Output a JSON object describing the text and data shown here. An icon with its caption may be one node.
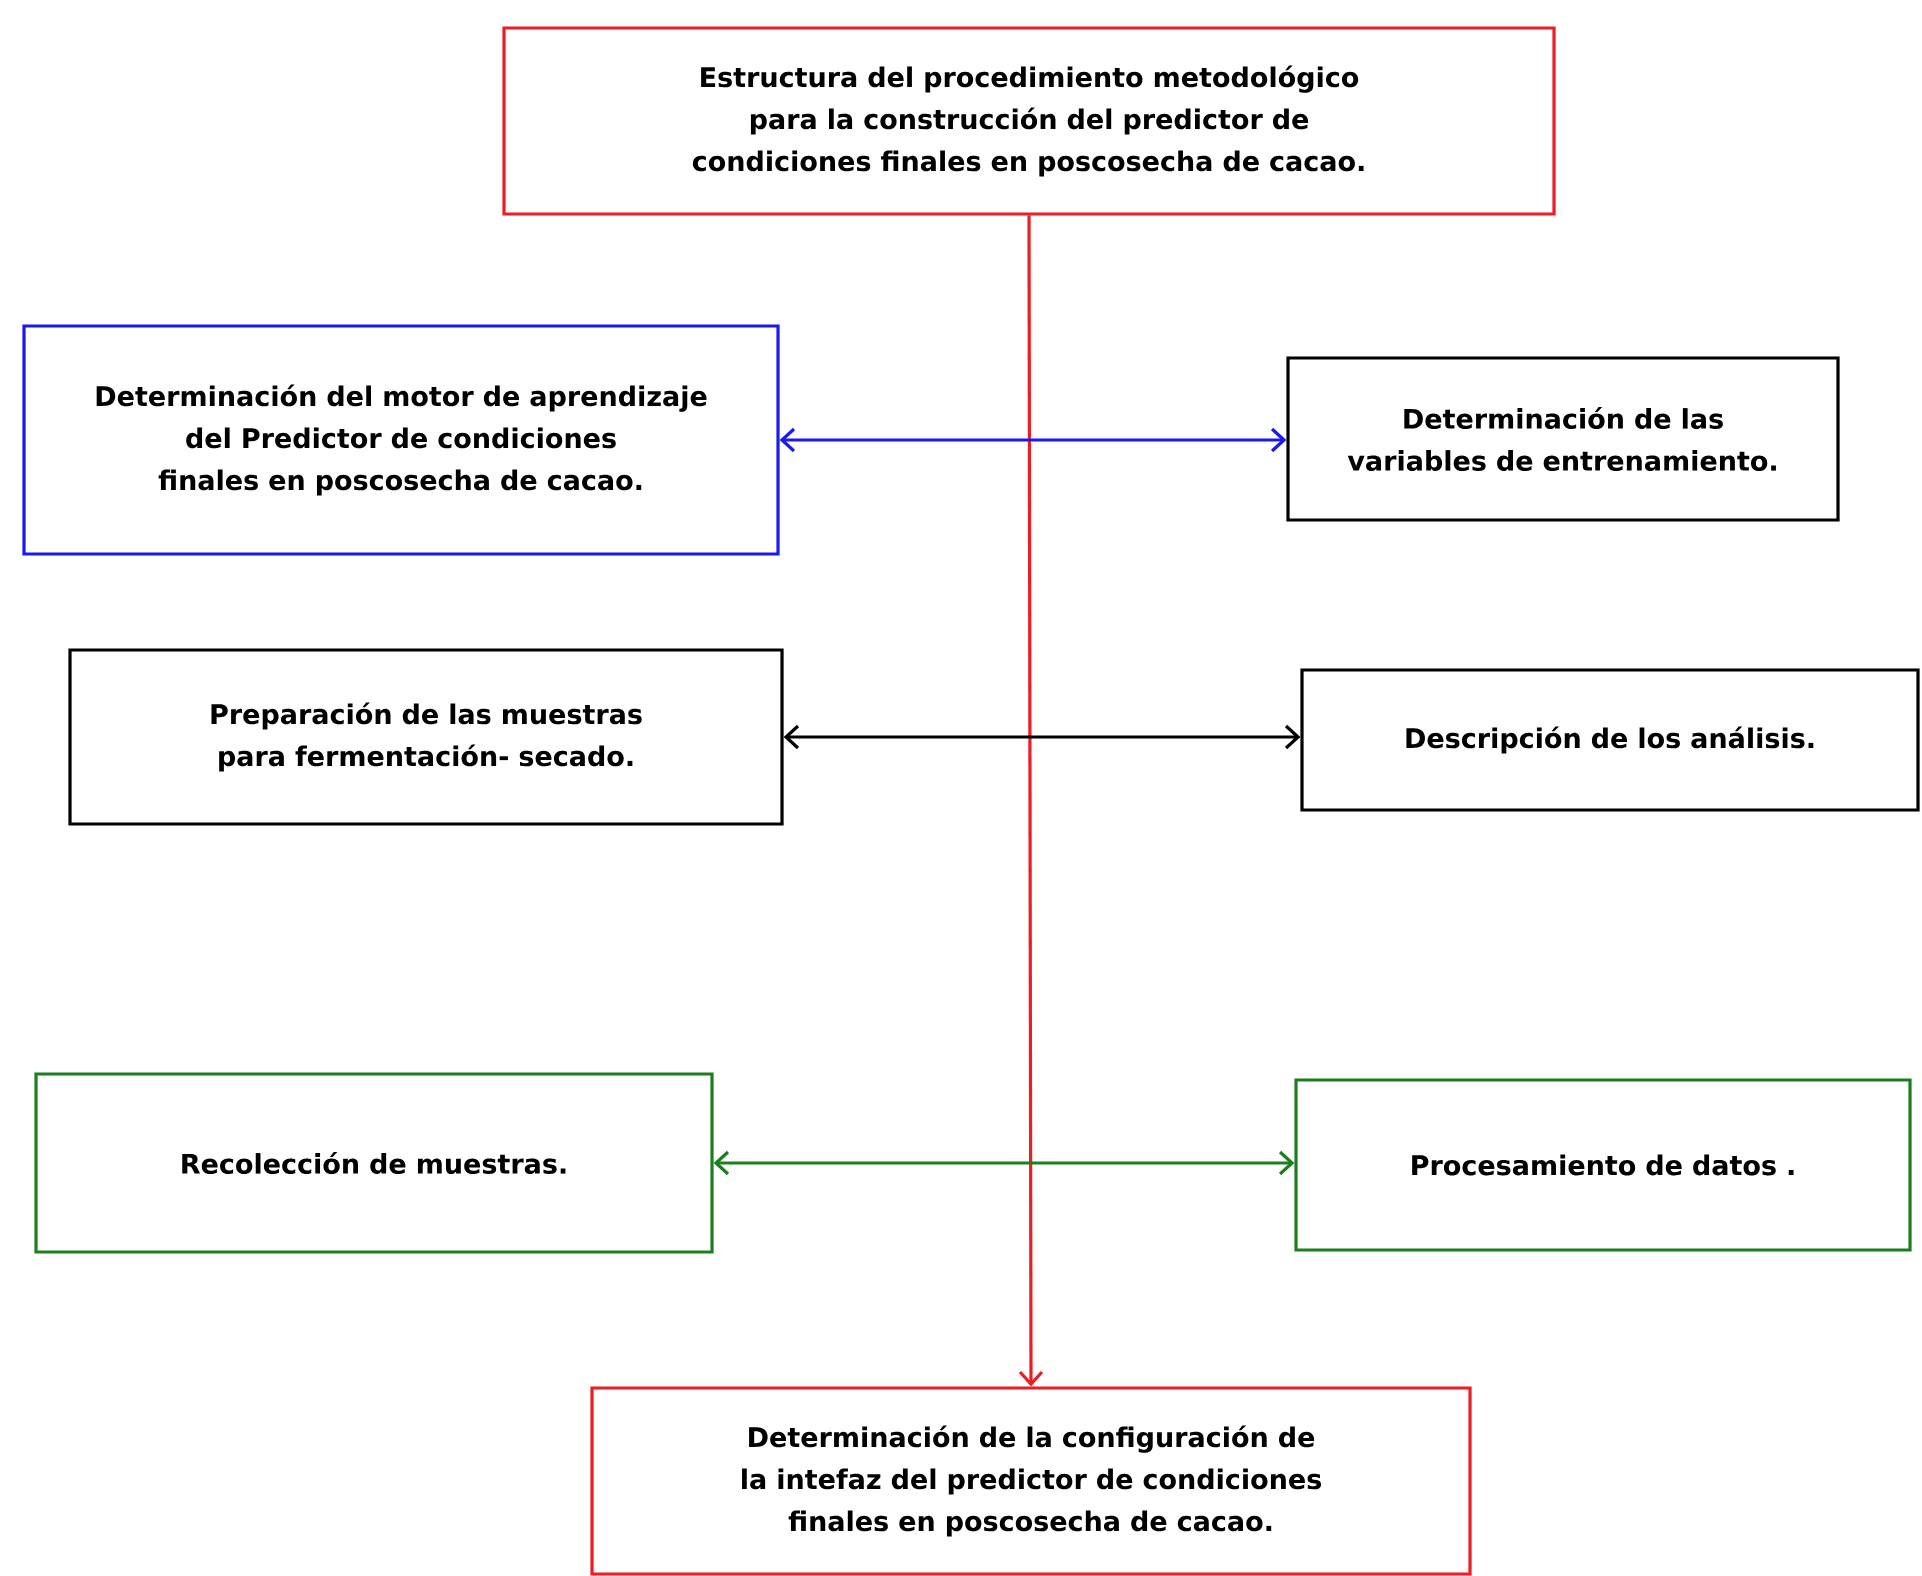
{
  "diagram": {
    "nodes": [
      {
        "text": [
          "Estructura del procedimiento metodológico para la construcción del predictor de condiciones finales en poscosecha de cacao."
        ]
      },
      {
        "text": [
          "Determinación del motor de aprendizaje del Predictor de condiciones finales en poscosecha de cacao."
        ]
      },
      {
        "text": [
          "Determinación de las variables de entrenamiento."
        ]
      },
      {
        "text": [
          "Preparación de las muestras para fermentación- secado."
        ]
      },
      {
        "text": [
          "Descripción de los análisis."
        ]
      },
      {
        "text": [
          "Recolección de muestras."
        ]
      },
      {
        "text": [
          "Procesamiento de datos ."
        ]
      },
      {
        "text": [
          "Determinación de la configuración de la intefaz del predictor de condiciones finales en poscosecha de cacao."
        ]
      }
    ],
    "edges": [
      {
        "from": 0,
        "to": 7,
        "arrow": "to",
        "color": "#ee1c24"
      },
      {
        "from": 1,
        "to": 2,
        "arrow": "both",
        "color": "#1a1aee"
      },
      {
        "from": 3,
        "to": 4,
        "arrow": "both",
        "color": "#000000"
      },
      {
        "from": 5,
        "to": 6,
        "arrow": "both",
        "color": "#1d7e1d"
      }
    ]
  }
}
